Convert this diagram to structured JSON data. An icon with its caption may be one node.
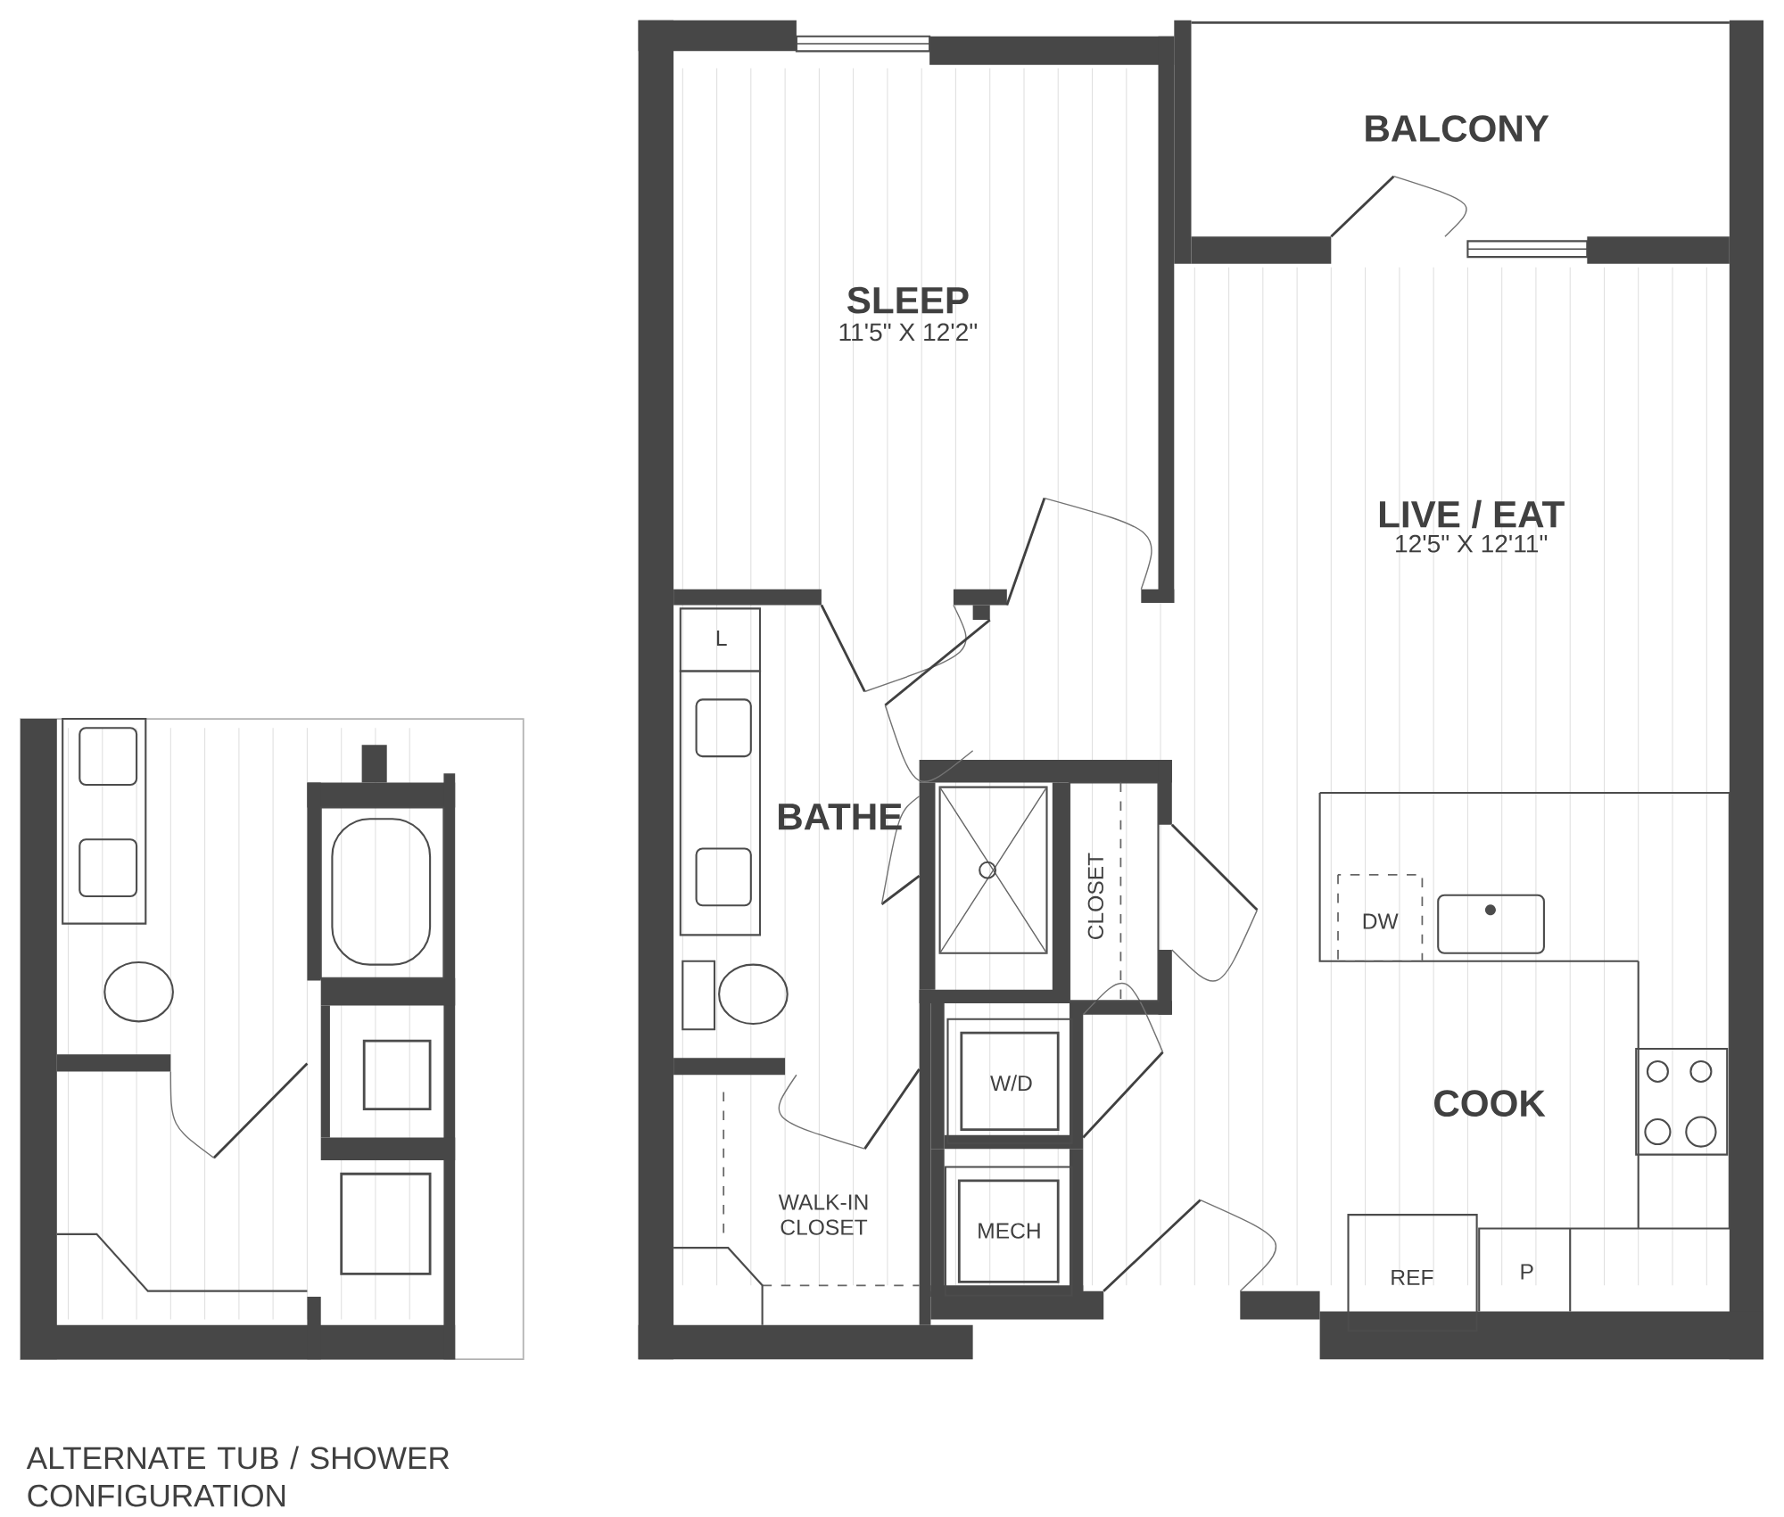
{
  "diagram": {
    "labels": [
      "BALCONY",
      "SLEEP",
      "11'5\" X 12'2\"",
      "LIVE / EAT",
      "12'5\" X 12'11\"",
      "L",
      "BATHE",
      "CLOSET",
      "DW",
      "W/D",
      "COOK",
      "WALK-IN CLOSET",
      "MECH",
      "REF",
      "P",
      "ALTERNATE TUB / SHOWER CONFIGURATION"
    ]
  }
}
